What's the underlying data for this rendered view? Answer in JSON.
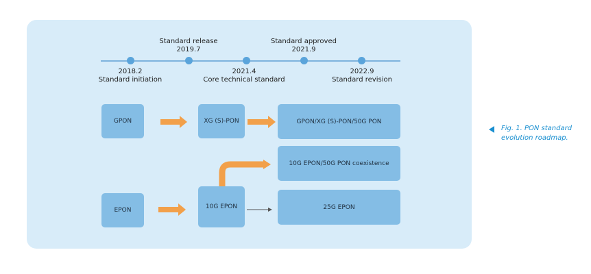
{
  "timeline": {
    "top": [
      {
        "date": "2019.7",
        "text": "Standard release"
      },
      {
        "date": "2021.9",
        "text": "Standard approved"
      }
    ],
    "bottom": [
      {
        "date": "2018.2",
        "text": "Standard initiation"
      },
      {
        "date": "2021.4",
        "text": "Core technical standard"
      },
      {
        "date": "2022.9",
        "text": "Standard revision"
      }
    ]
  },
  "boxes": {
    "gpon": "GPON",
    "xgspon": "XG (S)-PON",
    "gpon_combo": "GPON/XG (S)-PON/50G PON",
    "epon_coexist": "10G EPON/50G PON coexistence",
    "epon": "EPON",
    "epon10g": "10G EPON",
    "epon25g": "25G EPON"
  },
  "caption": {
    "line1": "Fig. 1. PON standard",
    "line2": "evolution roadmap."
  },
  "colors": {
    "panel": "#d8ecf9",
    "box": "#84bde5",
    "dot": "#5aa4db",
    "arrow": "#f2a04a",
    "caption": "#1a8fd0"
  }
}
